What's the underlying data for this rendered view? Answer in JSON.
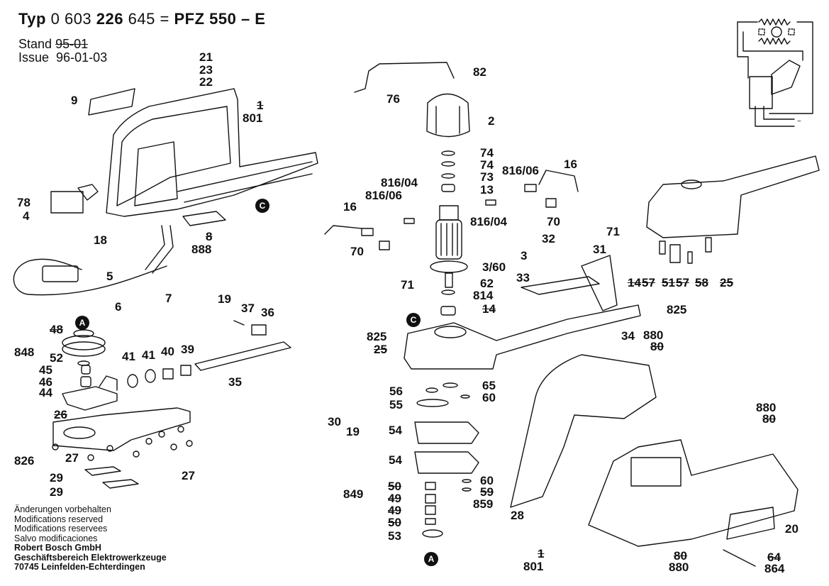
{
  "header": {
    "typ_word": "Typ",
    "typ_prefix": "0 603",
    "typ_mid": "226",
    "typ_suffix": "645",
    "equals": "=",
    "model": "PFZ 550 – E",
    "stand_label": "Stand",
    "stand_value": "95-01",
    "issue_label": "Issue",
    "issue_value": "96-01-03"
  },
  "footer": {
    "notes": [
      "Änderungen vorbehalten",
      "Modifications reserved",
      "Modifications reservees",
      "Salvo modificaciones"
    ],
    "company": [
      "Robert Bosch GmbH",
      "Geschäftsbereich Elektrowerkzeuge",
      "70745 Leinfelden-Echterdingen"
    ]
  },
  "markers": [
    "A",
    "A",
    "C",
    "C"
  ],
  "callouts": [
    {
      "id": "21",
      "text": "21",
      "struck": false
    },
    {
      "id": "23",
      "text": "23",
      "struck": false
    },
    {
      "id": "22",
      "text": "22",
      "struck": false
    },
    {
      "id": "9",
      "text": "9",
      "struck": false
    },
    {
      "id": "801a",
      "text": "801",
      "struck": false
    },
    {
      "id": "1a",
      "text": "1",
      "struck": true
    },
    {
      "id": "78",
      "text": "78",
      "struck": false
    },
    {
      "id": "4",
      "text": "4",
      "struck": false
    },
    {
      "id": "18",
      "text": "18",
      "struck": false
    },
    {
      "id": "8",
      "text": "8",
      "struck": true
    },
    {
      "id": "888",
      "text": "888",
      "struck": false
    },
    {
      "id": "5",
      "text": "5",
      "struck": false
    },
    {
      "id": "6",
      "text": "6",
      "struck": false
    },
    {
      "id": "7",
      "text": "7",
      "struck": false
    },
    {
      "id": "19a",
      "text": "19",
      "struck": false
    },
    {
      "id": "37",
      "text": "37",
      "struck": false
    },
    {
      "id": "36",
      "text": "36",
      "struck": false
    },
    {
      "id": "48",
      "text": "48",
      "struck": true
    },
    {
      "id": "848",
      "text": "848",
      "struck": false
    },
    {
      "id": "52",
      "text": "52",
      "struck": false
    },
    {
      "id": "45",
      "text": "45",
      "struck": false
    },
    {
      "id": "46",
      "text": "46",
      "struck": false
    },
    {
      "id": "44",
      "text": "44",
      "struck": false
    },
    {
      "id": "41a",
      "text": "41",
      "struck": false
    },
    {
      "id": "41b",
      "text": "41",
      "struck": false
    },
    {
      "id": "40",
      "text": "40",
      "struck": false
    },
    {
      "id": "39",
      "text": "39",
      "struck": false
    },
    {
      "id": "35",
      "text": "35",
      "struck": false
    },
    {
      "id": "26",
      "text": "26",
      "struck": true
    },
    {
      "id": "826",
      "text": "826",
      "struck": false
    },
    {
      "id": "27a",
      "text": "27",
      "struck": false
    },
    {
      "id": "27b",
      "text": "27",
      "struck": false
    },
    {
      "id": "29a",
      "text": "29",
      "struck": false
    },
    {
      "id": "29b",
      "text": "29",
      "struck": false
    },
    {
      "id": "82",
      "text": "82",
      "struck": false
    },
    {
      "id": "76",
      "text": "76",
      "struck": false
    },
    {
      "id": "2",
      "text": "2",
      "struck": false
    },
    {
      "id": "74a",
      "text": "74",
      "struck": false
    },
    {
      "id": "74b",
      "text": "74",
      "struck": false
    },
    {
      "id": "73",
      "text": "73",
      "struck": false
    },
    {
      "id": "13",
      "text": "13",
      "struck": false
    },
    {
      "id": "816-06a",
      "text": "816/06",
      "struck": false
    },
    {
      "id": "816-06b",
      "text": "816/06",
      "struck": false
    },
    {
      "id": "816-04a",
      "text": "816/04",
      "struck": false
    },
    {
      "id": "816-04b",
      "text": "816/04",
      "struck": false
    },
    {
      "id": "16a",
      "text": "16",
      "struck": false
    },
    {
      "id": "16b",
      "text": "16",
      "struck": false
    },
    {
      "id": "70a",
      "text": "70",
      "struck": false
    },
    {
      "id": "70b",
      "text": "70",
      "struck": false
    },
    {
      "id": "71a",
      "text": "71",
      "struck": false
    },
    {
      "id": "71b",
      "text": "71",
      "struck": false
    },
    {
      "id": "3",
      "text": "3",
      "struck": false
    },
    {
      "id": "3-60",
      "text": "3/60",
      "struck": false
    },
    {
      "id": "32",
      "text": "32",
      "struck": false
    },
    {
      "id": "31",
      "text": "31",
      "struck": false
    },
    {
      "id": "33",
      "text": "33",
      "struck": false
    },
    {
      "id": "62",
      "text": "62",
      "struck": false
    },
    {
      "id": "814",
      "text": "814",
      "struck": false
    },
    {
      "id": "14a",
      "text": "14",
      "struck": true
    },
    {
      "id": "825a",
      "text": "825",
      "struck": false
    },
    {
      "id": "25a",
      "text": "25",
      "struck": true
    },
    {
      "id": "34",
      "text": "34",
      "struck": false
    },
    {
      "id": "56",
      "text": "56",
      "struck": false
    },
    {
      "id": "65",
      "text": "65",
      "struck": false
    },
    {
      "id": "55",
      "text": "55",
      "struck": false
    },
    {
      "id": "60a",
      "text": "60",
      "struck": false
    },
    {
      "id": "30",
      "text": "30",
      "struck": false
    },
    {
      "id": "19b",
      "text": "19",
      "struck": false
    },
    {
      "id": "54a",
      "text": "54",
      "struck": false
    },
    {
      "id": "54b",
      "text": "54",
      "struck": false
    },
    {
      "id": "60b",
      "text": "60",
      "struck": false
    },
    {
      "id": "59",
      "text": "59",
      "struck": true
    },
    {
      "id": "859",
      "text": "859",
      "struck": false
    },
    {
      "id": "849",
      "text": "849",
      "struck": false
    },
    {
      "id": "50a",
      "text": "50",
      "struck": true
    },
    {
      "id": "49a",
      "text": "49",
      "struck": true
    },
    {
      "id": "49b",
      "text": "49",
      "struck": true
    },
    {
      "id": "50b",
      "text": "50",
      "struck": true
    },
    {
      "id": "53",
      "text": "53",
      "struck": false
    },
    {
      "id": "14b",
      "text": "14",
      "struck": true
    },
    {
      "id": "57a",
      "text": "57",
      "struck": true
    },
    {
      "id": "51",
      "text": "51",
      "struck": true
    },
    {
      "id": "57b",
      "text": "57",
      "struck": true
    },
    {
      "id": "58",
      "text": "58",
      "struck": true
    },
    {
      "id": "25b",
      "text": "25",
      "struck": true
    },
    {
      "id": "825b",
      "text": "825",
      "struck": false
    },
    {
      "id": "880a",
      "text": "880",
      "struck": false
    },
    {
      "id": "80a",
      "text": "80",
      "struck": true
    },
    {
      "id": "880b",
      "text": "880",
      "struck": false
    },
    {
      "id": "80b",
      "text": "80",
      "struck": true
    },
    {
      "id": "28",
      "text": "28",
      "struck": false
    },
    {
      "id": "20",
      "text": "20",
      "struck": false
    },
    {
      "id": "1b",
      "text": "1",
      "struck": true
    },
    {
      "id": "801b",
      "text": "801",
      "struck": false
    },
    {
      "id": "80c",
      "text": "80",
      "struck": true
    },
    {
      "id": "880c",
      "text": "880",
      "struck": false
    },
    {
      "id": "64",
      "text": "64",
      "struck": true
    },
    {
      "id": "864",
      "text": "864",
      "struck": false
    }
  ]
}
